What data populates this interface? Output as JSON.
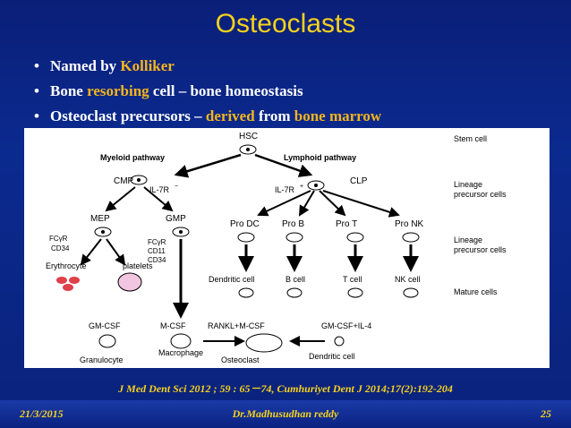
{
  "title": "Osteoclasts",
  "bullets": [
    {
      "parts": [
        {
          "text": "Named by ",
          "hl": false
        },
        {
          "text": "Kolliker",
          "hl": true
        }
      ]
    },
    {
      "parts": [
        {
          "text": "Bone ",
          "hl": false
        },
        {
          "text": "resorbing",
          "hl": true
        },
        {
          "text": " cell – bone homeostasis",
          "hl": false
        }
      ]
    },
    {
      "parts": [
        {
          "text": "Osteoclast precursors – ",
          "hl": false
        },
        {
          "text": "derived",
          "hl": true
        },
        {
          "text": " from ",
          "hl": false
        },
        {
          "text": "bone marrow",
          "hl": true
        }
      ]
    }
  ],
  "diagram": {
    "hsc": "HSC",
    "stem_cell": "Stem cell",
    "myeloid": "Myeloid pathway",
    "lymphoid": "Lymphoid pathway",
    "cmp": "CMP",
    "clp": "CLP",
    "il7r_minus": "IL-7R",
    "il7r_plus": "IL-7R",
    "lineage_minus": "Lineage",
    "lineage_minus_2": "precursor cells",
    "mep": "MEP",
    "gmp": "GMP",
    "fcyr_lo": "FCγR",
    "cd34_minus": "CD34",
    "fcyr_hi": "FCγR",
    "cd11": "CD11",
    "cd34_plus": "CD34",
    "pro_dc": "Pro DC",
    "pro_b": "Pro B",
    "pro_t": "Pro T",
    "pro_nk": "Pro NK",
    "lineage_plus": "Lineage",
    "lineage_plus_2": "precursor cells",
    "erythrocyte": "Erythrocyte",
    "platelets": "platelets",
    "dendritic_cell": "Dendritic cell",
    "b_cell": "B cell",
    "t_cell": "T cell",
    "nk_cell": "NK cell",
    "mature_cells": "Mature cells",
    "gm_csf": "GM-CSF",
    "m_csf": "M-CSF",
    "rankl": "RANKL+M-CSF",
    "gm_csf_il4": "GM-CSF+IL-4",
    "granulocyte": "Granulocyte",
    "macrophage": "Macrophage",
    "osteoclast": "Osteoclast",
    "dendritic_cell_2": "Dendritic cell"
  },
  "citation": "J Med Dent Sci 2012 ; 59 : 65－74, Cumhuriyet Dent J 2014;17(2):192-204",
  "footer": {
    "date": "21/3/2015",
    "author": "Dr.Madhusudhan reddy",
    "page": "25"
  }
}
